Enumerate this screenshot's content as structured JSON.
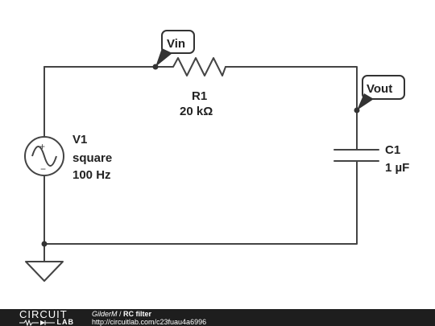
{
  "components": {
    "source": {
      "name": "V1",
      "waveform": "square",
      "frequency": "100 Hz"
    },
    "resistor": {
      "name": "R1",
      "value": "20 kΩ"
    },
    "capacitor": {
      "name": "C1",
      "value": "1 µF"
    }
  },
  "probes": {
    "input": "Vin",
    "output": "Vout"
  },
  "footer": {
    "logo_top": "CIRCUIT",
    "logo_bottom": "LAB",
    "author": "GilderM",
    "separator": " / ",
    "title": "RC filter",
    "url": "http://circuitlab.com/c23fuau4a6996"
  },
  "colors": {
    "wire": "#444444",
    "footer_bg": "#1e1e1e",
    "tag_border": "#333333"
  }
}
